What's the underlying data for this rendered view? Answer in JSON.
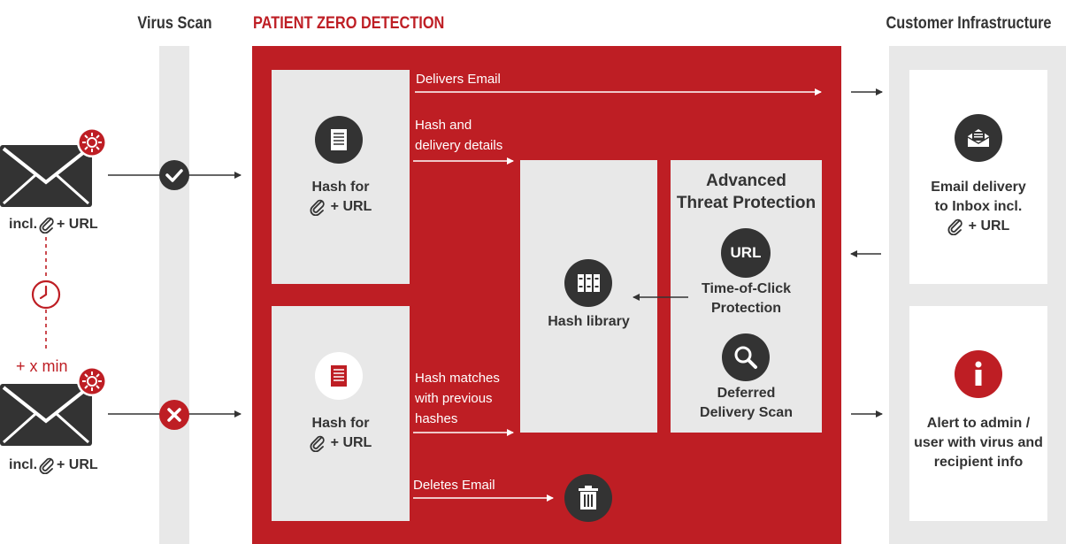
{
  "columns": {
    "virus_scan": "Virus Scan",
    "patient_zero": "PATIENT ZERO DETECTION",
    "customer_infra": "Customer Infrastructure"
  },
  "emails": {
    "top": {
      "prefix": "incl.",
      "suffix": "+ URL"
    },
    "bottom": {
      "prefix": "incl.",
      "suffix": "+ URL"
    },
    "delay_label": "+ x min"
  },
  "hash_top": {
    "line1": "Hash for",
    "line2": "+ URL"
  },
  "hash_bottom": {
    "line1": "Hash for",
    "line2": "+ URL"
  },
  "flows": {
    "delivers": "Delivers Email",
    "hash_details": [
      "Hash and",
      "delivery details"
    ],
    "hash_matches": [
      "Hash matches",
      "with previous",
      "hashes"
    ],
    "deletes": "Deletes Email"
  },
  "hash_library": "Hash library",
  "atp": {
    "title": [
      "Advanced",
      "Threat Protection"
    ],
    "url_badge": "URL",
    "toc": [
      "Time-of-Click",
      "Protection"
    ],
    "deferred": [
      "Deferred",
      "Delivery Scan"
    ]
  },
  "inbox": {
    "lines": [
      "Email delivery",
      "to Inbox incl."
    ],
    "suffix": "+ URL"
  },
  "alert": {
    "lines": [
      "Alert to admin /",
      "user with virus and",
      "recipient info"
    ]
  },
  "colors": {
    "red": "#be1e24",
    "dark": "#333333",
    "panel": "#e8e8e8",
    "white": "#ffffff"
  }
}
